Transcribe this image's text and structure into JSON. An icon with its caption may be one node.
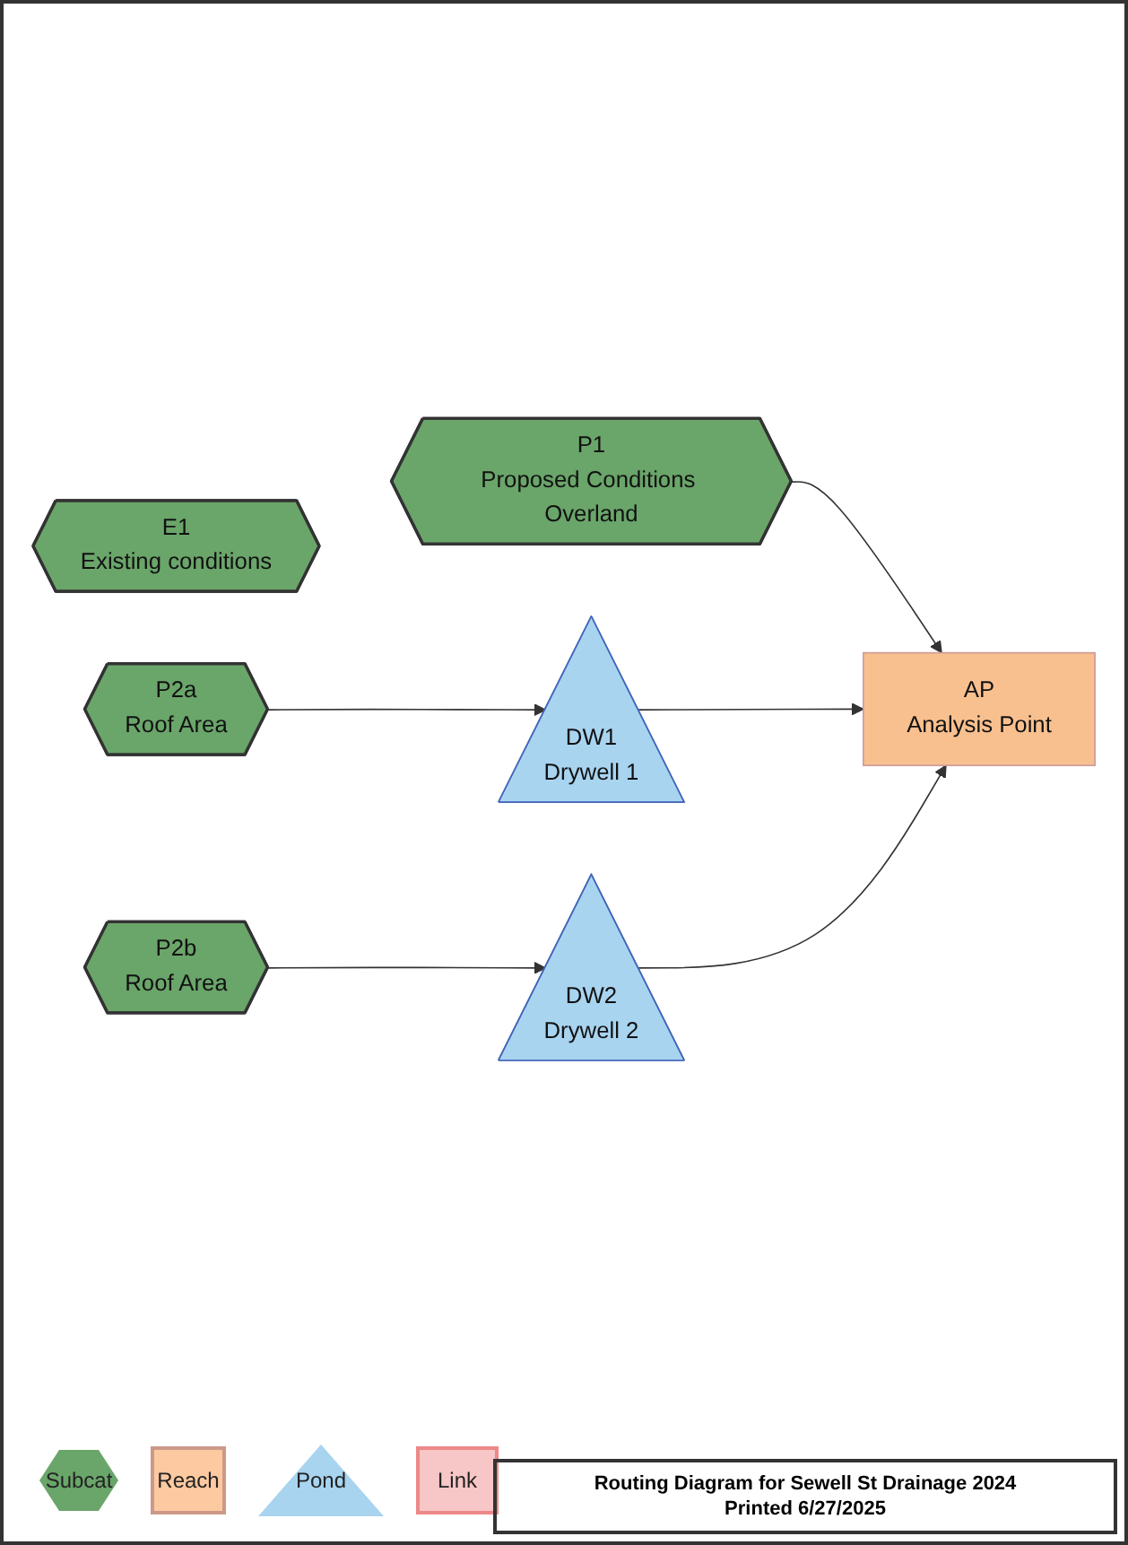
{
  "diagram": {
    "title": "Routing Diagram for Sewell St Drainage 2024",
    "nodes": [
      {
        "text": [
          "E1",
          "Existing conditions"
        ]
      },
      {
        "text": [
          "P1",
          "Proposed Conditions Overland"
        ]
      },
      {
        "text": [
          "AP",
          "Analysis Point"
        ]
      },
      {
        "text": [
          "P2a",
          "Roof Area"
        ]
      },
      {
        "text": [
          "DW1",
          "Drywell 1"
        ]
      },
      {
        "text": [
          "DW2",
          "Drywell 2"
        ]
      },
      {
        "text": [
          "P2b",
          "Roof Area"
        ]
      }
    ],
    "edges": [
      {
        "from": 1,
        "to": 2,
        "arrow": "to"
      },
      {
        "from": 3,
        "to": 4,
        "arrow": "to"
      },
      {
        "from": 4,
        "to": 2,
        "arrow": "to"
      },
      {
        "from": 5,
        "to": 2,
        "arrow": "to"
      },
      {
        "from": 6,
        "to": 5,
        "arrow": "to"
      }
    ],
    "labels": [
      "Printed 6/27/2025"
    ],
    "legend": [
      {
        "text": "Subcat"
      },
      {
        "text": "Reach"
      },
      {
        "text": "Pond"
      },
      {
        "text": "Link"
      }
    ]
  }
}
